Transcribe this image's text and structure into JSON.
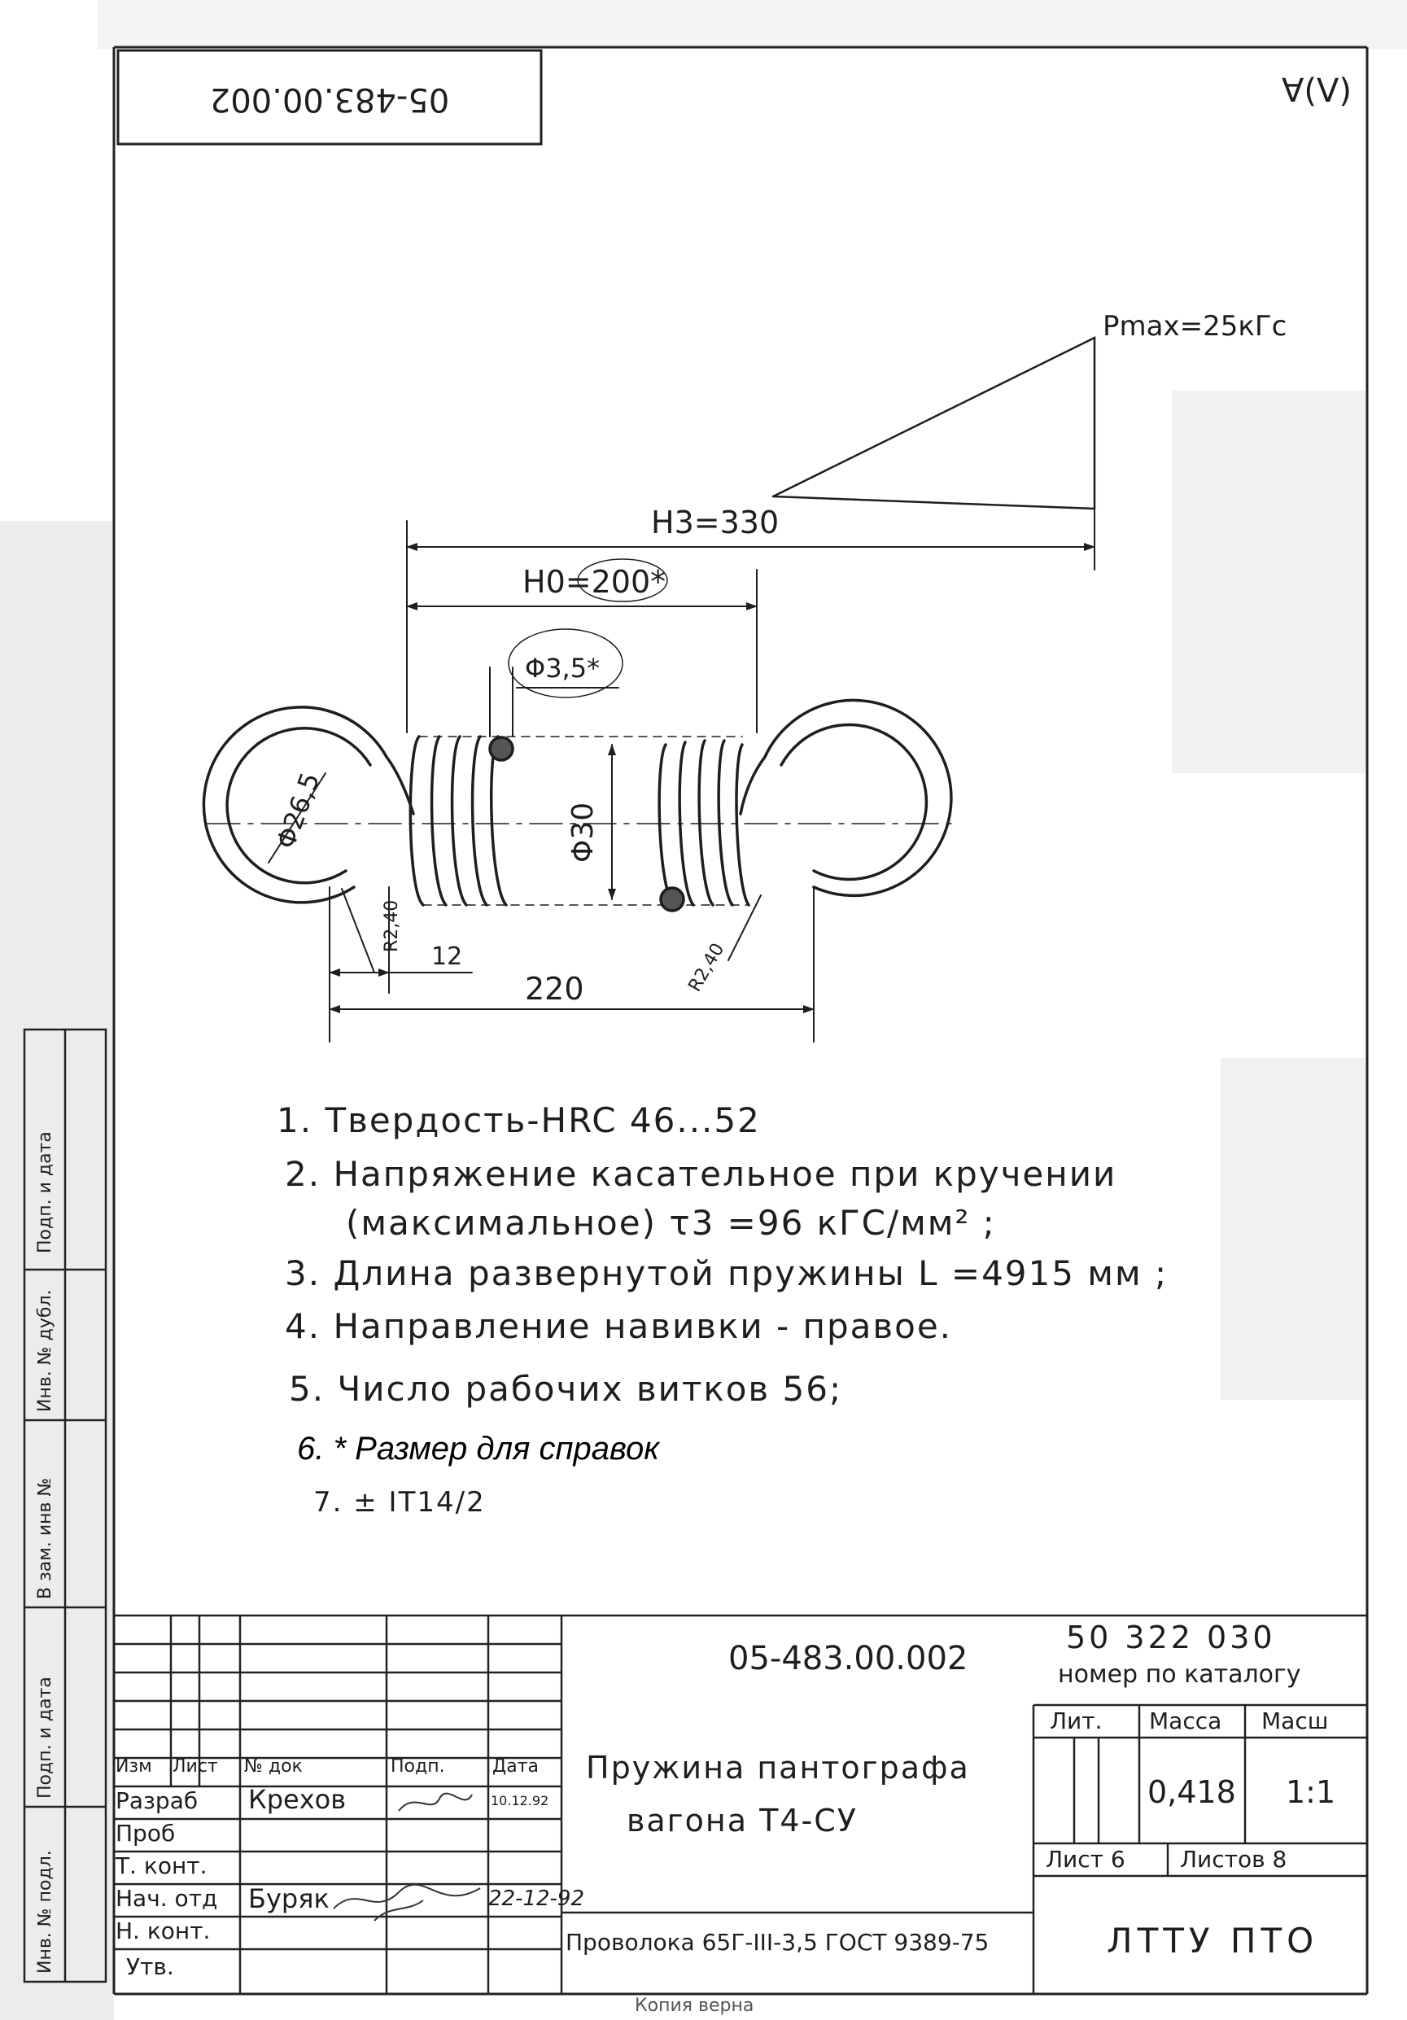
{
  "document": {
    "stamp_code_inverted": "05-483.00.002",
    "roughness_mark": "∀(V)",
    "copy_footer": "Копия верна"
  },
  "drawing": {
    "load_label": "Pmax=25кГс",
    "h3_label": "H3=330",
    "h0_label": "H0=200*",
    "wire_diameter": "Φ3,5*",
    "eye_diameter": "Φ26,5",
    "coil_diameter": "Φ30",
    "radius_left": "R2,40",
    "radius_right": "R2,40",
    "dim_12": "12",
    "dim_220": "220"
  },
  "notes": [
    {
      "num": "1.",
      "text": "Твердость-HRC 46...52"
    },
    {
      "num": "2.",
      "text": "Напряжение касательное при кручении"
    },
    {
      "num": "",
      "text": "(максимальное) τ3 =96 кГС/мм² ;"
    },
    {
      "num": "3.",
      "text": "Длина развернутой пружины L =4915 мм ;"
    },
    {
      "num": "4.",
      "text": "Направление навивки - правое."
    },
    {
      "num": "5.",
      "text": "Число рабочих витков 56;"
    },
    {
      "num": "6.",
      "text": "* Размер для справок"
    },
    {
      "num": "7.",
      "text": "± IT14/2"
    }
  ],
  "side_stamp": [
    "Инв. № подл.",
    "Подп. и дата",
    "В зам. инв №",
    "Инв. № дубл.",
    "Подп. и дата"
  ],
  "title_block": {
    "designation": "05-483.00.002",
    "catalog_number": "50 322 030",
    "catalog_caption": "номер по каталогу",
    "title_line1": "Пружина пантографа",
    "title_line2": "вагона Т4-СУ",
    "material": "Проволока 65Г-III-3,5 ГОСТ 9389-75",
    "organization": "ЛТТУ ПТО",
    "lit_header": "Лит.",
    "mass_header": "Масса",
    "scale_header": "Масш",
    "mass_value": "0,418",
    "scale_value": "1:1",
    "sheet_label": "Лист 6",
    "sheets_label": "Листов 8",
    "headers": [
      "Изм",
      "Лист",
      "№ док",
      "Подп.",
      "Дата"
    ],
    "roles": [
      "Разраб",
      "Проб",
      "Т. конт.",
      "Нач. отд",
      "Н. конт.",
      "Утв."
    ],
    "developer": "Крехов",
    "dev_date": "10.12.92",
    "head_of_dept": "Буряк",
    "head_date": "22-12-92"
  }
}
